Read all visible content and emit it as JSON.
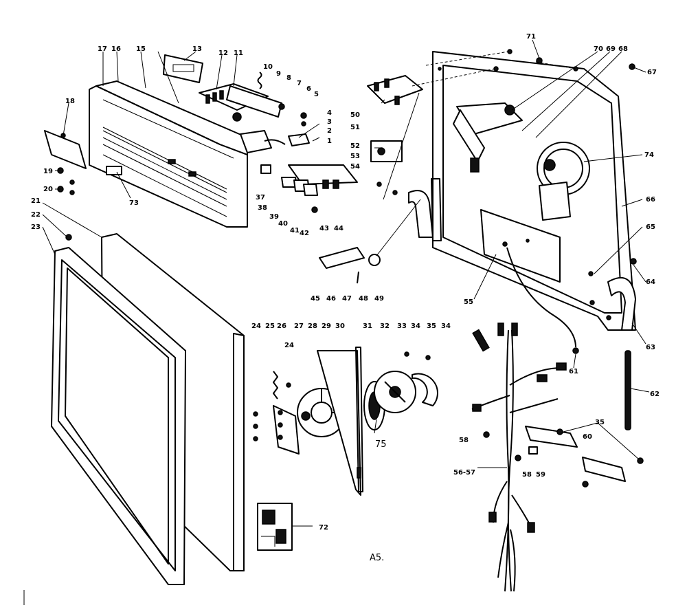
{
  "figure_code": "A5.",
  "callouts": [
    "1",
    "2",
    "3",
    "4",
    "5",
    "6",
    "7",
    "8",
    "9",
    "10",
    "11",
    "12",
    "13",
    "15",
    "16",
    "17",
    "18",
    "19",
    "20",
    "21",
    "22",
    "23",
    "24",
    "25",
    "26",
    "27",
    "28",
    "29",
    "30",
    "31",
    "32",
    "33",
    "34",
    "35",
    "37",
    "38",
    "39",
    "40",
    "41",
    "42",
    "43",
    "44",
    "45",
    "46",
    "47",
    "48",
    "49",
    "50",
    "51",
    "52",
    "53",
    "54",
    "55",
    "56-57",
    "58",
    "59",
    "60",
    "61",
    "62",
    "63",
    "64",
    "65",
    "66",
    "67",
    "68",
    "69",
    "70",
    "71",
    "72",
    "73",
    "74",
    "75"
  ]
}
